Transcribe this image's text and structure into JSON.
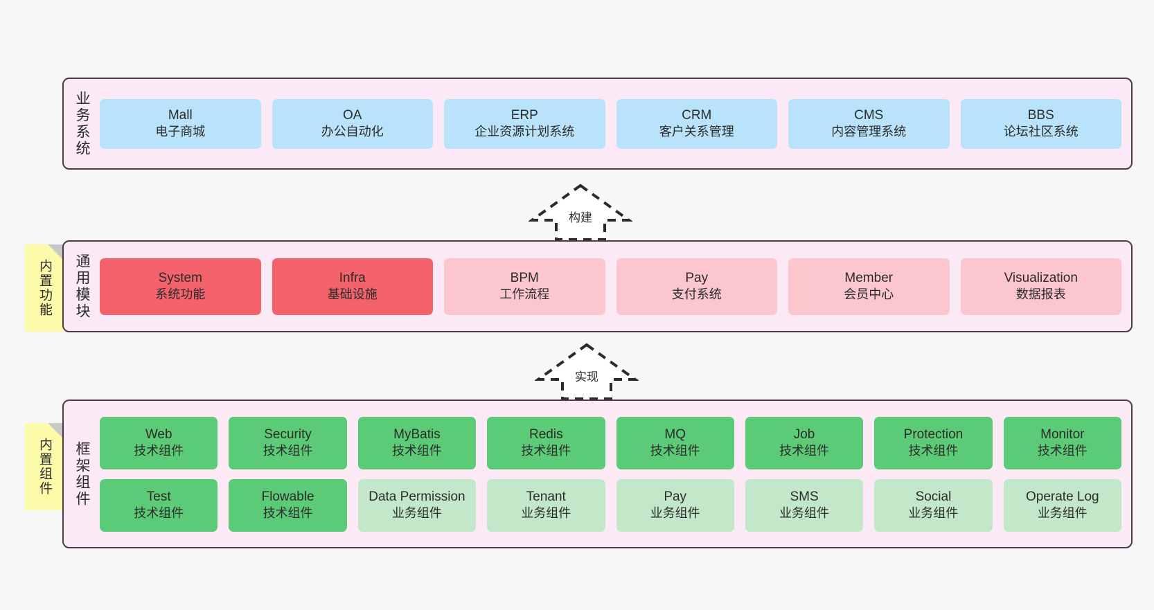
{
  "layers": [
    {
      "id": "business",
      "label": "业务系统",
      "note": null,
      "rows": [
        {
          "items": [
            {
              "title": "Mall",
              "subtitle": "电子商城",
              "color": "blue",
              "hex": "#b9e2fb"
            },
            {
              "title": "OA",
              "subtitle": "办公自动化",
              "color": "blue",
              "hex": "#b9e2fb"
            },
            {
              "title": "ERP",
              "subtitle": "企业资源计划系统",
              "color": "blue",
              "hex": "#b9e2fb"
            },
            {
              "title": "CRM",
              "subtitle": "客户关系管理",
              "color": "blue",
              "hex": "#b9e2fb"
            },
            {
              "title": "CMS",
              "subtitle": "内容管理系统",
              "color": "blue",
              "hex": "#b9e2fb"
            },
            {
              "title": "BBS",
              "subtitle": "论坛社区系统",
              "color": "blue",
              "hex": "#b9e2fb"
            }
          ]
        }
      ]
    },
    {
      "id": "modules",
      "label": "通用模块",
      "note": "内置功能",
      "rows": [
        {
          "items": [
            {
              "title": "System",
              "subtitle": "系统功能",
              "color": "red",
              "hex": "#f4636b"
            },
            {
              "title": "Infra",
              "subtitle": "基础设施",
              "color": "red",
              "hex": "#f4636b"
            },
            {
              "title": "BPM",
              "subtitle": "工作流程",
              "color": "pink",
              "hex": "#fbc6cd"
            },
            {
              "title": "Pay",
              "subtitle": "支付系统",
              "color": "pink",
              "hex": "#fbc6cd"
            },
            {
              "title": "Member",
              "subtitle": "会员中心",
              "color": "pink",
              "hex": "#fbc6cd"
            },
            {
              "title": "Visualization",
              "subtitle": "数据报表",
              "color": "pink",
              "hex": "#fbc6cd"
            }
          ]
        }
      ]
    },
    {
      "id": "frame",
      "label": "框架组件",
      "note": "内置组件",
      "rows": [
        {
          "items": [
            {
              "title": "Web",
              "subtitle": "技术组件",
              "color": "green",
              "hex": "#5ccb77"
            },
            {
              "title": "Security",
              "subtitle": "技术组件",
              "color": "green",
              "hex": "#5ccb77"
            },
            {
              "title": "MyBatis",
              "subtitle": "技术组件",
              "color": "green",
              "hex": "#5ccb77"
            },
            {
              "title": "Redis",
              "subtitle": "技术组件",
              "color": "green",
              "hex": "#5ccb77"
            },
            {
              "title": "MQ",
              "subtitle": "技术组件",
              "color": "green",
              "hex": "#5ccb77"
            },
            {
              "title": "Job",
              "subtitle": "技术组件",
              "color": "green",
              "hex": "#5ccb77"
            },
            {
              "title": "Protection",
              "subtitle": "技术组件",
              "color": "green",
              "hex": "#5ccb77"
            },
            {
              "title": "Monitor",
              "subtitle": "技术组件",
              "color": "green",
              "hex": "#5ccb77"
            }
          ]
        },
        {
          "items": [
            {
              "title": "Test",
              "subtitle": "技术组件",
              "color": "green",
              "hex": "#5ccb77"
            },
            {
              "title": "Flowable",
              "subtitle": "技术组件",
              "color": "green",
              "hex": "#5ccb77"
            },
            {
              "title": "Data Permission",
              "subtitle": "业务组件",
              "color": "lightgreen",
              "hex": "#c3e8c9"
            },
            {
              "title": "Tenant",
              "subtitle": "业务组件",
              "color": "lightgreen",
              "hex": "#c3e8c9"
            },
            {
              "title": "Pay",
              "subtitle": "业务组件",
              "color": "lightgreen",
              "hex": "#c3e8c9"
            },
            {
              "title": "SMS",
              "subtitle": "业务组件",
              "color": "lightgreen",
              "hex": "#c3e8c9"
            },
            {
              "title": "Social",
              "subtitle": "业务组件",
              "color": "lightgreen",
              "hex": "#c3e8c9"
            },
            {
              "title": "Operate Log",
              "subtitle": "业务组件",
              "color": "lightgreen",
              "hex": "#c3e8c9"
            }
          ]
        }
      ]
    }
  ],
  "arrows": [
    {
      "id": "build",
      "label": "构建",
      "from": "modules",
      "to": "business"
    },
    {
      "id": "impl",
      "label": "实现",
      "from": "frame",
      "to": "modules"
    }
  ],
  "colors": {
    "band_fill": "#fbeaf5",
    "band_border": "#4a3b45",
    "note_fill": "#fcfbaa",
    "note_fold": "#c9c9c9",
    "canvas_bg": "#f7f7f7",
    "arrow_stroke": "#2b2b2b",
    "text": "#2b2b2b"
  }
}
